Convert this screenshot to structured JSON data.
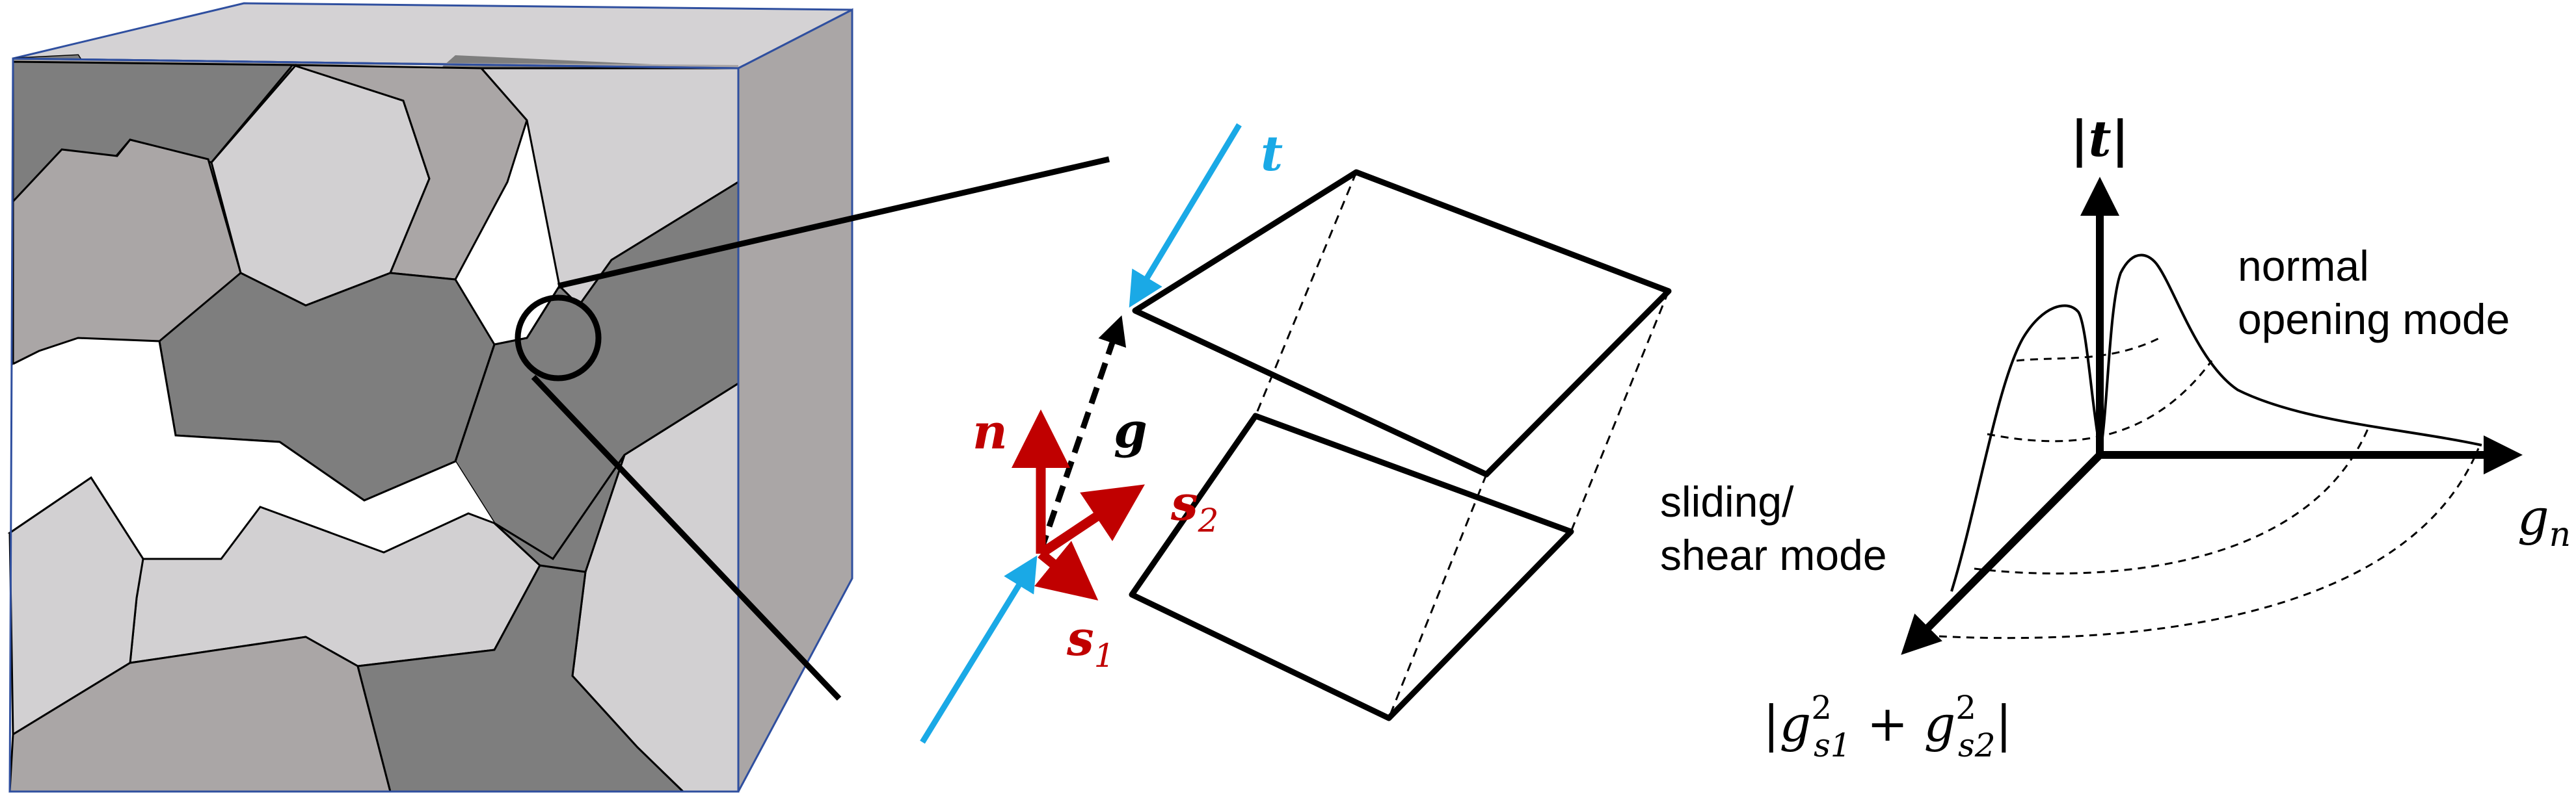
{
  "colors": {
    "grain_light": "#d2d0d2",
    "grain_mid": "#aaa6a6",
    "grain_dark": "#7e7e7e",
    "face_top": "#d4d2d4",
    "face_side": "#aaa6a6",
    "cube_edge": "#2f4f9f",
    "traction": "#1aa9e6",
    "vectors": "#c00000",
    "ink": "#000000"
  },
  "labels": {
    "traction": "t",
    "gap": "g",
    "normal": "n",
    "s1_base": "s",
    "s1_sub": "1",
    "s2_base": "s",
    "s2_sub": "2"
  },
  "graph": {
    "y_axis_label": "|t|",
    "x_axis_label_base": "g",
    "x_axis_label_sub": "n",
    "z_axis_label": {
      "bar_left": "|",
      "term1_base": "g",
      "term1_sup": "2",
      "term1_sub": "s1",
      "plus": " + ",
      "term2_base": "g",
      "term2_sup": "2",
      "term2_sub": "s2",
      "bar_right": "|"
    },
    "normal_mode_line1": "normal",
    "normal_mode_line2": "opening mode",
    "shear_mode_line1": "sliding/",
    "shear_mode_line2": "shear mode"
  }
}
